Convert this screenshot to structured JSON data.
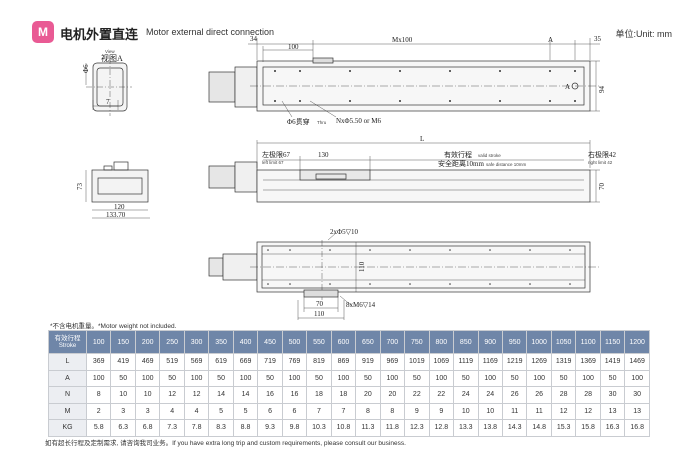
{
  "header": {
    "badge": "M",
    "title_zh": "电机外置直连",
    "title_en": "Motor external direct connection",
    "unit": "单位:Unit: mm"
  },
  "drawing": {
    "end_view_1": {
      "view_label_en": "View",
      "view_label_zh": "视图A",
      "d6": "Φ6",
      "seven": "7"
    },
    "top_view": {
      "d34": "34",
      "d100": "100",
      "mx100": "Mx100",
      "a": "A",
      "d35": "35",
      "d94": "94",
      "marker_a": "A",
      "hole_label": "Φ6贯穿",
      "hole_label_en": "Thru",
      "screw_label": "NxΦ5.50 or M6"
    },
    "end_view_2": {
      "d73": "73",
      "d120": "120",
      "d133": "133.70"
    },
    "side_view": {
      "l": "L",
      "left_limit_zh": "左极限67",
      "left_limit_en": "left limit 67",
      "d130": "130",
      "stroke_zh": "有效行程",
      "stroke_en": "valid stroke",
      "safety_zh": "安全距离10mm",
      "safety_en": "safe distance 10mm",
      "right_limit_zh": "右极限42",
      "right_limit_en": "right limit 42",
      "d70": "70"
    },
    "bottom_view": {
      "two_holes": "2xΦ5▽10",
      "d110": "110",
      "eight_holes": "8xM6▽14",
      "d70": "70",
      "d110b": "110"
    }
  },
  "note_top": "*不含电机重量。*Motor weight not included.",
  "table": {
    "header_zh": "有效行程",
    "header_en": "Stroke",
    "strokes": [
      "100",
      "150",
      "200",
      "250",
      "300",
      "350",
      "400",
      "450",
      "500",
      "550",
      "600",
      "650",
      "700",
      "750",
      "800",
      "850",
      "900",
      "950",
      "1000",
      "1050",
      "1100",
      "1150",
      "1200"
    ],
    "rows": [
      {
        "label": "L",
        "values": [
          "369",
          "419",
          "469",
          "519",
          "569",
          "619",
          "669",
          "719",
          "769",
          "819",
          "869",
          "919",
          "969",
          "1019",
          "1069",
          "1119",
          "1169",
          "1219",
          "1269",
          "1319",
          "1369",
          "1419",
          "1469"
        ]
      },
      {
        "label": "A",
        "values": [
          "100",
          "50",
          "100",
          "50",
          "100",
          "50",
          "100",
          "50",
          "100",
          "50",
          "100",
          "50",
          "100",
          "50",
          "100",
          "50",
          "100",
          "50",
          "100",
          "50",
          "100",
          "50",
          "100"
        ]
      },
      {
        "label": "N",
        "values": [
          "8",
          "10",
          "10",
          "12",
          "12",
          "14",
          "14",
          "16",
          "16",
          "18",
          "18",
          "20",
          "20",
          "22",
          "22",
          "24",
          "24",
          "26",
          "26",
          "28",
          "28",
          "30",
          "30"
        ]
      },
      {
        "label": "M",
        "values": [
          "2",
          "3",
          "3",
          "4",
          "4",
          "5",
          "5",
          "6",
          "6",
          "7",
          "7",
          "8",
          "8",
          "9",
          "9",
          "10",
          "10",
          "11",
          "11",
          "12",
          "12",
          "13",
          "13"
        ]
      },
      {
        "label": "KG",
        "values": [
          "5.8",
          "6.3",
          "6.8",
          "7.3",
          "7.8",
          "8.3",
          "8.8",
          "9.3",
          "9.8",
          "10.3",
          "10.8",
          "11.3",
          "11.8",
          "12.3",
          "12.8",
          "13.3",
          "13.8",
          "14.3",
          "14.8",
          "15.3",
          "15.8",
          "16.3",
          "16.8"
        ]
      }
    ]
  },
  "note_bottom": "如有超长行程及定制需求, 请咨询我司业务。If you have extra long trip and custom requirements, please consult our business."
}
